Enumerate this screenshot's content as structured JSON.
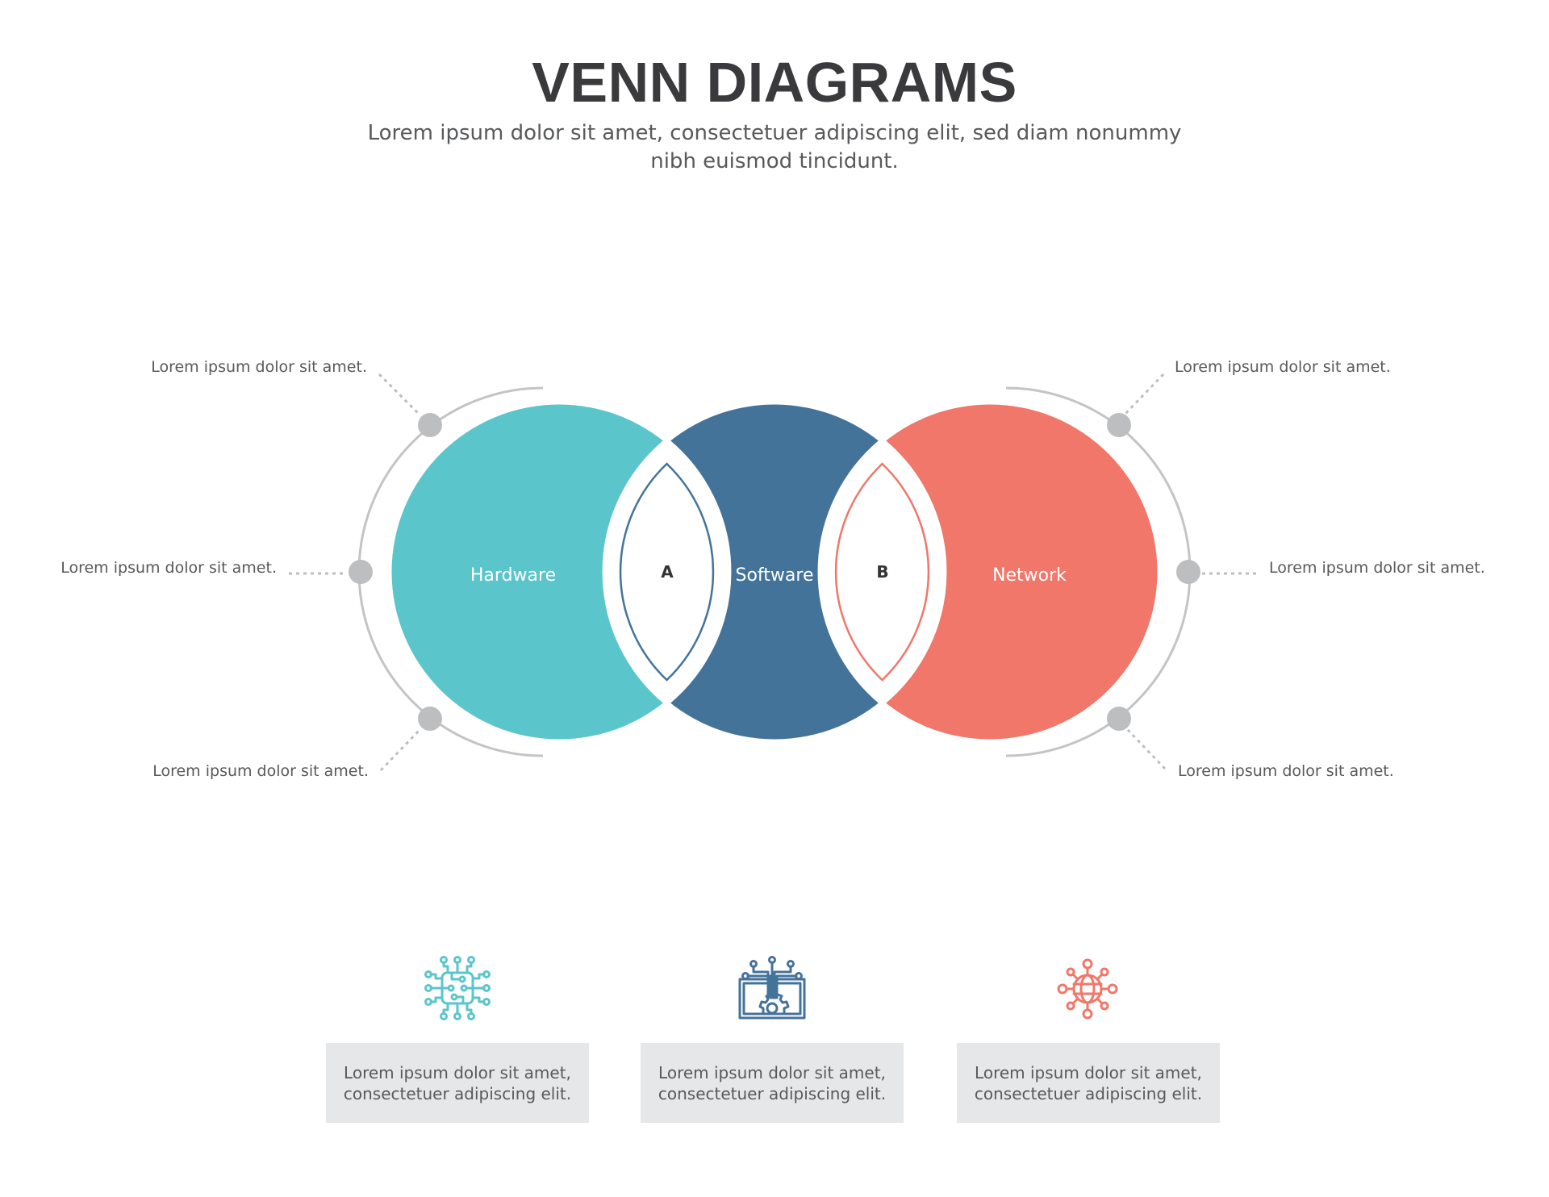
{
  "header": {
    "title": "VENN DIAGRAMS",
    "subtitle_line1": "Lorem ipsum dolor sit amet, consectetuer adipiscing elit, sed diam nonummy",
    "subtitle_line2": "nibh euismod tincidunt."
  },
  "colors": {
    "hardware": "#5bc5cc",
    "software": "#44739a",
    "network": "#f0776a",
    "connector_dot": "#bdbec0",
    "arc_stroke": "#c4c4c4",
    "text": "#58595b",
    "title": "#3a3a3c",
    "box_background": "#e6e7e8"
  },
  "venn": {
    "circles": [
      {
        "label": "Hardware",
        "color": "#5bc5cc"
      },
      {
        "label": "Software",
        "color": "#44739a"
      },
      {
        "label": "Network",
        "color": "#f0776a"
      }
    ],
    "intersections": [
      {
        "label": "A",
        "between": "Hardware & Software",
        "outline_color": "#44739a"
      },
      {
        "label": "B",
        "between": "Software & Network",
        "outline_color": "#f0776a"
      }
    ]
  },
  "callouts": {
    "left": [
      "Lorem ipsum dolor sit amet.",
      "Lorem ipsum dolor sit amet.",
      "Lorem ipsum dolor sit amet."
    ],
    "right": [
      "Lorem ipsum dolor sit amet.",
      "Lorem ipsum dolor sit amet.",
      "Lorem ipsum dolor sit amet."
    ]
  },
  "cards": [
    {
      "icon": "circuit-chip-icon",
      "line1": "Lorem ipsum dolor sit amet,",
      "line2": "consectetuer adipiscing elit."
    },
    {
      "icon": "software-gear-monitor-icon",
      "line1": "Lorem ipsum dolor sit amet,",
      "line2": "consectetuer adipiscing elit."
    },
    {
      "icon": "network-globe-icon",
      "line1": "Lorem ipsum dolor sit amet,",
      "line2": "consectetuer adipiscing elit."
    }
  ]
}
